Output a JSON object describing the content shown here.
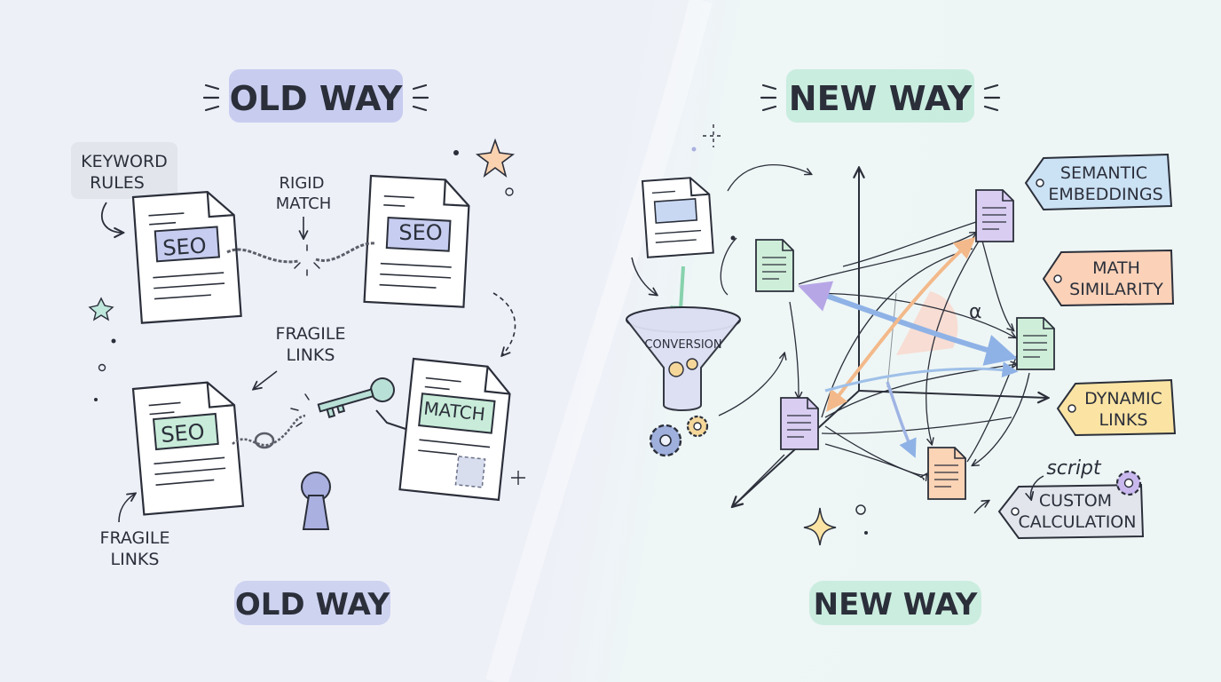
{
  "old_way": {
    "title": "OLD WAY",
    "footer": "OLD WAY",
    "keyword_rules": [
      "KEYWORD",
      "RULES"
    ],
    "rigid_match": [
      "RIGID",
      "MATCH"
    ],
    "fragile_links_mid": [
      "FRAGILE",
      "LINKS"
    ],
    "fragile_links_bottom": [
      "FRAGILE",
      "LINKS"
    ],
    "doc_label_1": "SEO",
    "doc_label_2": "SEO",
    "doc_label_3": "SEO",
    "doc_label_4": "MATCH"
  },
  "new_way": {
    "title": "NEW WAY",
    "footer": "NEW WAY",
    "funnel_label": "CONVERSION",
    "angle_symbol": "α",
    "tags": {
      "semantic": [
        "SEMANTIC",
        "EMBEDDINGS"
      ],
      "math": [
        "MATH",
        "SIMILARITY"
      ],
      "dynamic": [
        "DYNAMIC",
        "LINKS"
      ],
      "custom": [
        "CUSTOM",
        "CALCULATION"
      ]
    },
    "script_label": "script"
  },
  "colors": {
    "old_badge": "#c3c9ee",
    "new_badge": "#c6ecdd",
    "seo_blue": "#c6cdf0",
    "seo_green": "#c8ecd9",
    "tag_blue": "#cbe1f4",
    "tag_orange": "#fbd2b8",
    "tag_yellow": "#fbe4a3",
    "tag_gray": "#e2e6ec",
    "doc_purple": "#d9cdf2",
    "doc_green": "#cfeed9",
    "doc_orange": "#fbd3b5"
  }
}
